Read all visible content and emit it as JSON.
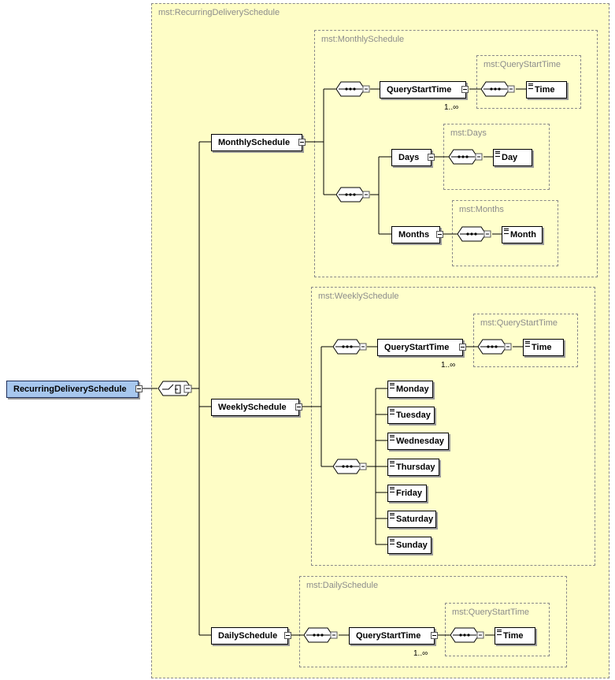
{
  "root_element": "RecurringDeliverySchedule",
  "types": {
    "recurring": "mst:RecurringDeliverySchedule",
    "monthly": "mst:MonthlySchedule",
    "weekly": "mst:WeeklySchedule",
    "daily": "mst:DailySchedule",
    "query_start_time": "mst:QueryStartTime",
    "days": "mst:Days",
    "months": "mst:Months"
  },
  "elements": {
    "monthly": "MonthlySchedule",
    "weekly": "WeeklySchedule",
    "daily": "DailySchedule",
    "query_start_time": "QueryStartTime",
    "time": "Time",
    "days": "Days",
    "day": "Day",
    "months": "Months",
    "month": "Month",
    "weekdays": [
      "Monday",
      "Tuesday",
      "Wednesday",
      "Thursday",
      "Friday",
      "Saturday",
      "Sunday"
    ]
  },
  "cardinality": "1..∞"
}
